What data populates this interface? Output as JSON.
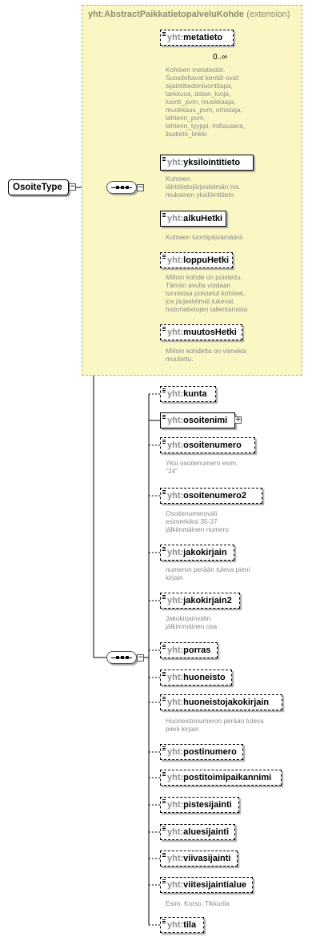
{
  "root": {
    "name": "OsoiteType"
  },
  "group": {
    "prefix": "yht:",
    "name": "AbstractPaikkatietopalveluKohde",
    "suffix": " (extension)"
  },
  "inherited_elements": [
    {
      "prefix": "yht:",
      "name": "metatieto",
      "optional": true,
      "multiplicity": "0..∞",
      "doc": [
        "Kohteen metatiedot.",
        "Suositeltavat kentät ovat:",
        "sijaintitiedonluontitapa,",
        "tarkkuus, datan_luoja,",
        "luonti_pvm, muokkaaja,",
        "muokkaus_pvm, omistaja,",
        "lahteen_pvm,",
        "lahteen_tyyppi, mittausera,",
        "lisatieto_linkki"
      ]
    },
    {
      "prefix": "yht:",
      "name": "yksilointitieto",
      "optional": false,
      "doc": [
        "Kohteen",
        "lähtötietojärjestelmän tvs.",
        "mukainen yksilöintitieto"
      ]
    },
    {
      "prefix": "yht:",
      "name": "alkuHetki",
      "optional": false,
      "doc": [
        "Kohteen luontipäivämäärä"
      ]
    },
    {
      "prefix": "yht:",
      "name": "loppuHetki",
      "optional": true,
      "doc": [
        "Milloin kohde on poistettu.",
        "Tämän avulla voidaan",
        "tunnistaa poistetut kohteet,",
        "jos järjestelmät tukevat",
        "historiatietojen tallentamista"
      ]
    },
    {
      "prefix": "yht:",
      "name": "muutosHetki",
      "optional": true,
      "doc": [
        "Milloin kohdetta on viimeksi",
        "muutettu."
      ]
    }
  ],
  "own_elements": [
    {
      "prefix": "yht:",
      "name": "kunta",
      "optional": true,
      "doc": []
    },
    {
      "prefix": "yht:",
      "name": "osoitenimi",
      "optional": false,
      "expandable": true,
      "doc": []
    },
    {
      "prefix": "yht:",
      "name": "osoitenumero",
      "optional": true,
      "doc": [
        "Yksi osoitenumero esim.",
        "\"24\""
      ]
    },
    {
      "prefix": "yht:",
      "name": "osoitenumero2",
      "optional": true,
      "doc": [
        "Osoitenumeroväli",
        "esimerkiksi 35-37",
        "jälkimmäinen numero"
      ]
    },
    {
      "prefix": "yht:",
      "name": "jakokirjain",
      "optional": true,
      "doc": [
        "numeron perään tuleva pieni",
        "kirjain"
      ]
    },
    {
      "prefix": "yht:",
      "name": "jakokirjain2",
      "optional": true,
      "doc": [
        "Jakokirjainvälin",
        "jälkimmäinen osa"
      ]
    },
    {
      "prefix": "yht:",
      "name": "porras",
      "optional": true,
      "doc": []
    },
    {
      "prefix": "yht:",
      "name": "huoneisto",
      "optional": true,
      "doc": []
    },
    {
      "prefix": "yht:",
      "name": "huoneistojakokirjain",
      "optional": true,
      "doc": [
        "Huoneistonumeron perään tuleva",
        "pieni kirjain"
      ]
    },
    {
      "prefix": "yht:",
      "name": "postinumero",
      "optional": true,
      "doc": []
    },
    {
      "prefix": "yht:",
      "name": "postitoimipaikannimi",
      "optional": true,
      "doc": []
    },
    {
      "prefix": "yht:",
      "name": "pistesijainti",
      "optional": true,
      "doc": []
    },
    {
      "prefix": "yht:",
      "name": "aluesijainti",
      "optional": true,
      "doc": []
    },
    {
      "prefix": "yht:",
      "name": "viivasijainti",
      "optional": true,
      "doc": []
    },
    {
      "prefix": "yht:",
      "name": "viitesijaintialue",
      "optional": true,
      "doc": [
        "Esim. Korso, Tikkurila"
      ]
    },
    {
      "prefix": "yht:",
      "name": "tila",
      "optional": true,
      "doc": []
    }
  ],
  "colors": {
    "group_fill": "#fbf7c4",
    "group_border": "#b9b46a",
    "prefix": "#8e8e8e",
    "doc": "#8a8a8a"
  }
}
